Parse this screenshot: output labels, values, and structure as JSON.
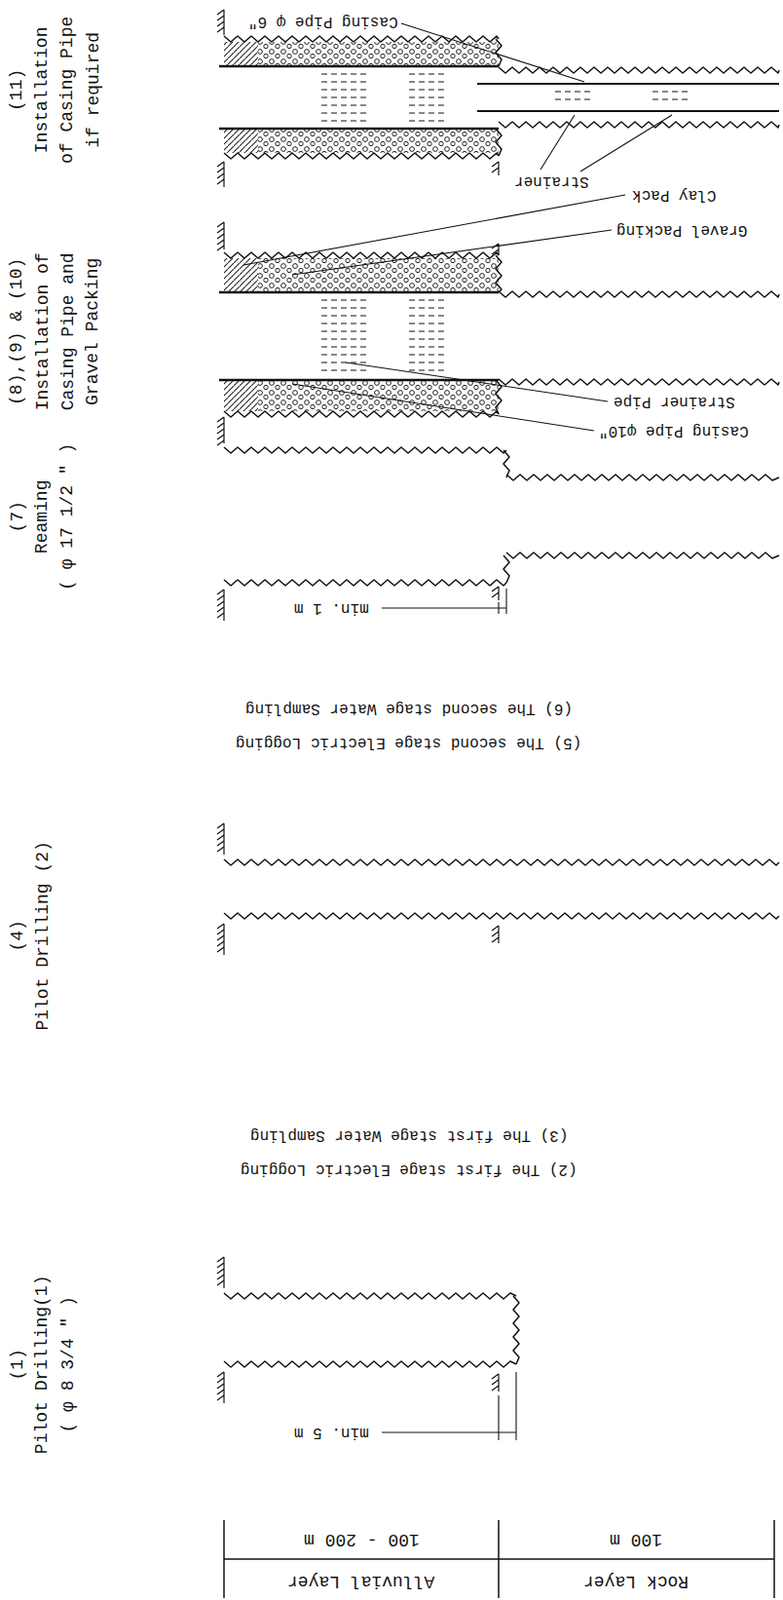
{
  "diagram": {
    "labels": [
      "(1)",
      "Pilot Drilling(1)",
      "( φ 8 3/4 \" )",
      "(2) The first stage Electric Logging",
      "(3) The first stage Water Sampling",
      "(4)",
      "Pilot Drilling (2)",
      "(5) The second stage Electric Logging",
      "(6) The second stage Water Sampling",
      "(7)",
      "Reaming",
      "( φ 17 1/2 \" )",
      "(8),(9) & (10)",
      "Installation of",
      "Casing Pipe and",
      "Gravel Packing",
      "(11)",
      "Installation",
      "of Casing Pipe",
      "if required",
      "min. 5 m",
      "min. 1 m",
      "Clay Pack",
      "Gravel Packing",
      "Strainer Pipe",
      "Casing Pipe φ10\"",
      "Casing Pipe φ 6\"",
      "Strainer",
      "Alluvial Layer",
      "100 - 200 m",
      "Rock Layer",
      "100 m"
    ]
  }
}
